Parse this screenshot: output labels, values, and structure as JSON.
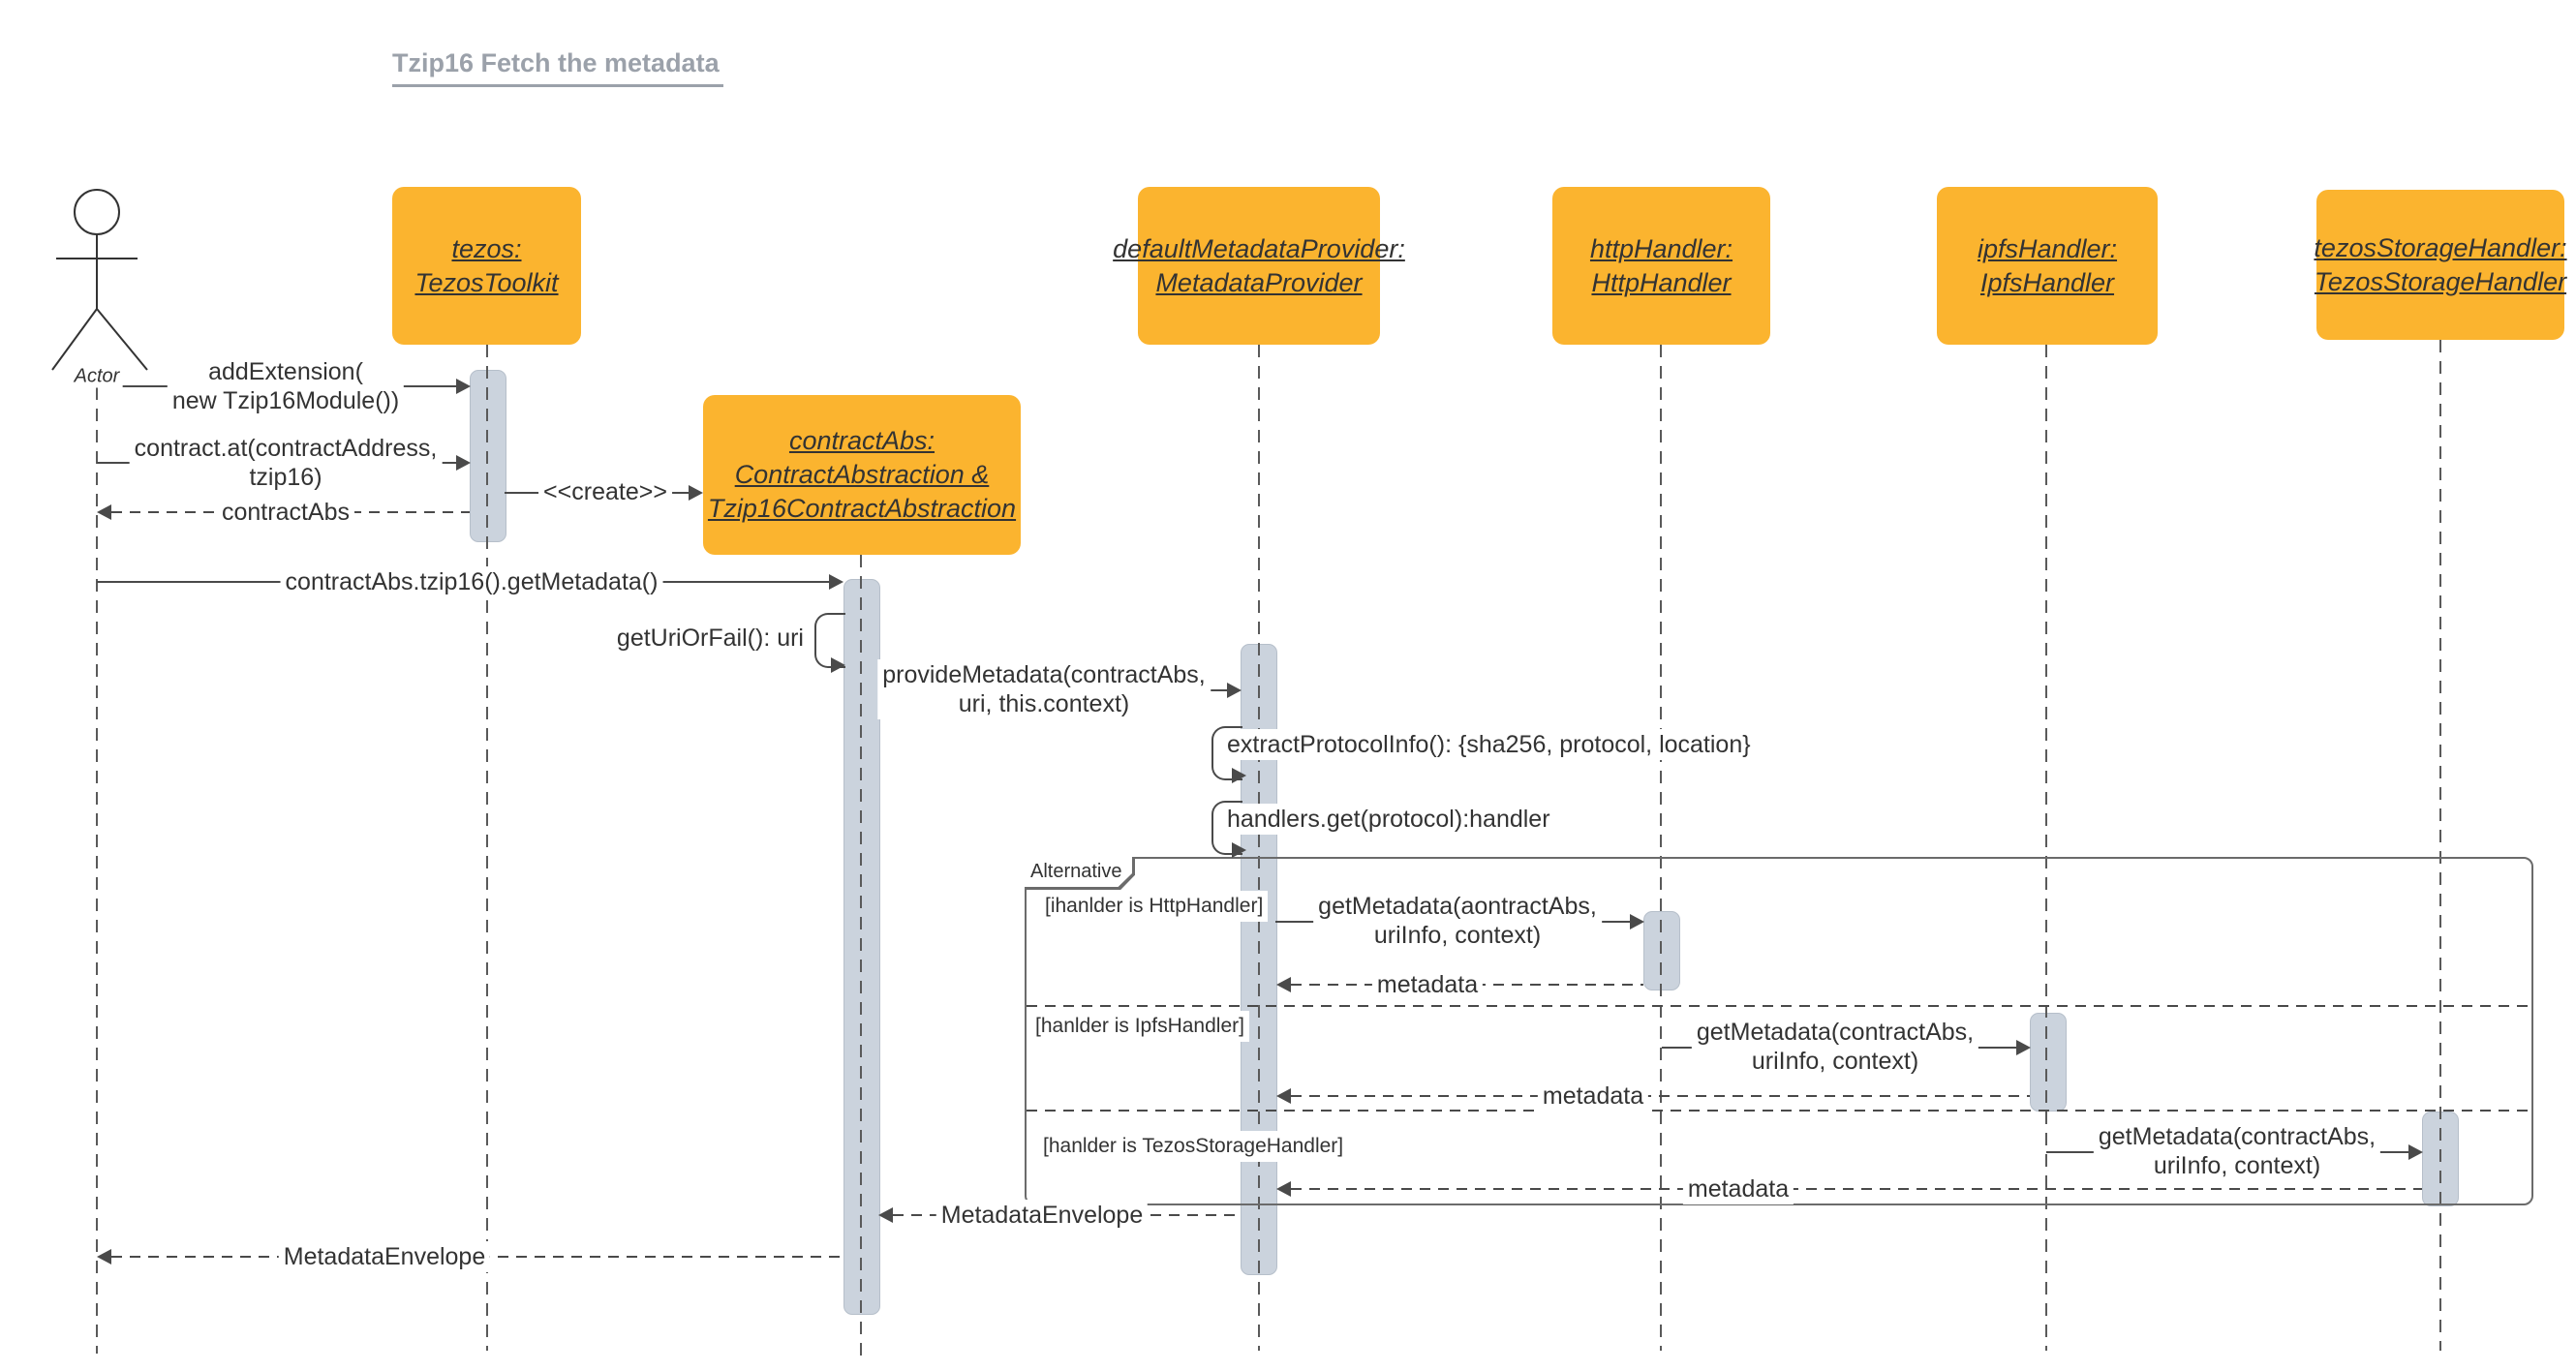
{
  "title": "Tzip16 Fetch the metadata",
  "actor": {
    "label": "Actor"
  },
  "participants": [
    {
      "id": "tezos",
      "label": "tezos:\nTezosToolkit"
    },
    {
      "id": "contractAbs",
      "label": "contractAbs:\nContractAbstraction &\nTzip16ContractAbstraction"
    },
    {
      "id": "defaultMetadataProvider",
      "label": "defaultMetadataProvider:\nMetadataProvider"
    },
    {
      "id": "httpHandler",
      "label": "httpHandler:\nHttpHandler"
    },
    {
      "id": "ipfsHandler",
      "label": "ipfsHandler:\nIpfsHandler"
    },
    {
      "id": "tezosStorageHandler",
      "label": "tezosStorageHandler:\nTezosStorageHandler"
    }
  ],
  "messages": {
    "add_extension": "addExtension(\nnew Tzip16Module())",
    "contract_at": "contract.at(contractAddress,\ntzip16)",
    "contract_abs_return": "contractAbs",
    "create": "<<create>>",
    "get_metadata_call": "contractAbs.tzip16().getMetadata()",
    "get_uri_or_fail": "getUriOrFail(): uri",
    "provide_metadata": "provideMetadata(contractAbs,\nuri, this.context)",
    "extract_protocol_info": "extractProtocolInfo(): {sha256, protocol, location}",
    "handlers_get": "handlers.get(protocol):handler",
    "metadata_envelope_to_contract_abs": "MetadataEnvelope",
    "metadata_envelope_to_actor": "MetadataEnvelope"
  },
  "alternative": {
    "label": "Alternative",
    "branches": [
      {
        "condition": "[ihanlder is HttpHandler]",
        "message": "getMetadata(aontractAbs,\nuriInfo, context)",
        "return_label": "metadata"
      },
      {
        "condition": "[hanlder is IpfsHandler]",
        "message": "getMetadata(contractAbs,\nuriInfo, context)",
        "return_label": "metadata"
      },
      {
        "condition": "[hanlder is TezosStorageHandler]",
        "message": "getMetadata(contractAbs,\nuriInfo, context)",
        "return_label": "metadata"
      }
    ]
  },
  "colors": {
    "participant_fill": "#FBB42F",
    "activation_fill": "#CBD3DD",
    "line": "#4A4A4A",
    "title": "#9BA1AA",
    "frame_border": "#6B6B6B",
    "text": "#333333"
  }
}
